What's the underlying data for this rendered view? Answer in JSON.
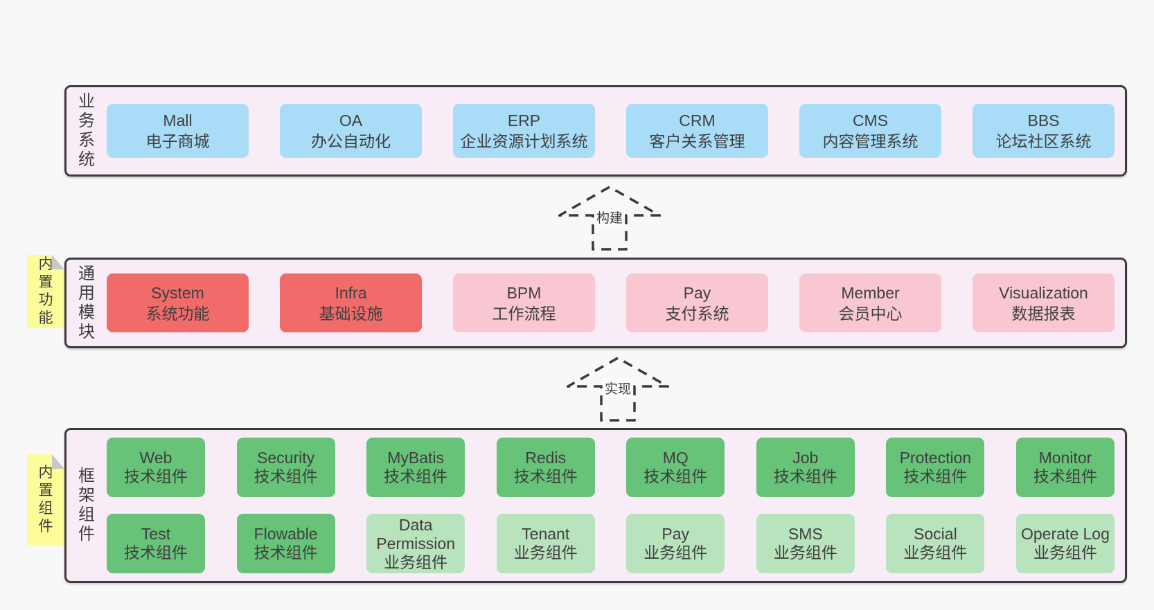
{
  "palette": {
    "page": "#f8f8f8",
    "panel": "#f8edf7",
    "border": "#3c3c3c",
    "blue": "#a9dcf7",
    "red": "#f16b6b",
    "pink": "#f9c7d1",
    "green": "#66c377",
    "lightgreen": "#b8e3bd",
    "yellow": "#fcfc9b",
    "fold": "#c8c8c8",
    "text": "#404040"
  },
  "notes": [
    {
      "text": "内\n置\n功\n能"
    },
    {
      "text": "内\n置\n组\n件"
    }
  ],
  "arrows": [
    {
      "label": "构建"
    },
    {
      "label": "实现"
    }
  ],
  "sections": [
    {
      "id": "business",
      "label": "业\n务\n系\n统",
      "boxes": [
        {
          "name": "Mall",
          "desc": "电子商城",
          "variant": "blue"
        },
        {
          "name": "OA",
          "desc": "办公自动化",
          "variant": "blue"
        },
        {
          "name": "ERP",
          "desc": "企业资源计划系统",
          "variant": "blue"
        },
        {
          "name": "CRM",
          "desc": "客户关系管理",
          "variant": "blue"
        },
        {
          "name": "CMS",
          "desc": "内容管理系统",
          "variant": "blue"
        },
        {
          "name": "BBS",
          "desc": "论坛社区系统",
          "variant": "blue"
        }
      ]
    },
    {
      "id": "modules",
      "label": "通\n用\n模\n块",
      "boxes": [
        {
          "name": "System",
          "desc": "系统功能",
          "variant": "red"
        },
        {
          "name": "Infra",
          "desc": "基础设施",
          "variant": "red"
        },
        {
          "name": "BPM",
          "desc": "工作流程",
          "variant": "pink"
        },
        {
          "name": "Pay",
          "desc": "支付系统",
          "variant": "pink"
        },
        {
          "name": "Member",
          "desc": "会员中心",
          "variant": "pink"
        },
        {
          "name": "Visualization",
          "desc": "数据报表",
          "variant": "pink"
        }
      ]
    },
    {
      "id": "components",
      "label": "框\n架\n组\n件",
      "rows": [
        [
          {
            "name": "Web",
            "desc": "技术组件",
            "variant": "green"
          },
          {
            "name": "Security",
            "desc": "技术组件",
            "variant": "green"
          },
          {
            "name": "MyBatis",
            "desc": "技术组件",
            "variant": "green"
          },
          {
            "name": "Redis",
            "desc": "技术组件",
            "variant": "green"
          },
          {
            "name": "MQ",
            "desc": "技术组件",
            "variant": "green"
          },
          {
            "name": "Job",
            "desc": "技术组件",
            "variant": "green"
          },
          {
            "name": "Protection",
            "desc": "技术组件",
            "variant": "green"
          },
          {
            "name": "Monitor",
            "desc": "技术组件",
            "variant": "green"
          }
        ],
        [
          {
            "name": "Test",
            "desc": "技术组件",
            "variant": "green"
          },
          {
            "name": "Flowable",
            "desc": "技术组件",
            "variant": "green"
          },
          {
            "name": "Data Permission",
            "desc": "业务组件",
            "variant": "lightgreen"
          },
          {
            "name": "Tenant",
            "desc": "业务组件",
            "variant": "lightgreen"
          },
          {
            "name": "Pay",
            "desc": "业务组件",
            "variant": "lightgreen"
          },
          {
            "name": "SMS",
            "desc": "业务组件",
            "variant": "lightgreen"
          },
          {
            "name": "Social",
            "desc": "业务组件",
            "variant": "lightgreen"
          },
          {
            "name": "Operate Log",
            "desc": "业务组件",
            "variant": "lightgreen"
          }
        ]
      ]
    }
  ]
}
